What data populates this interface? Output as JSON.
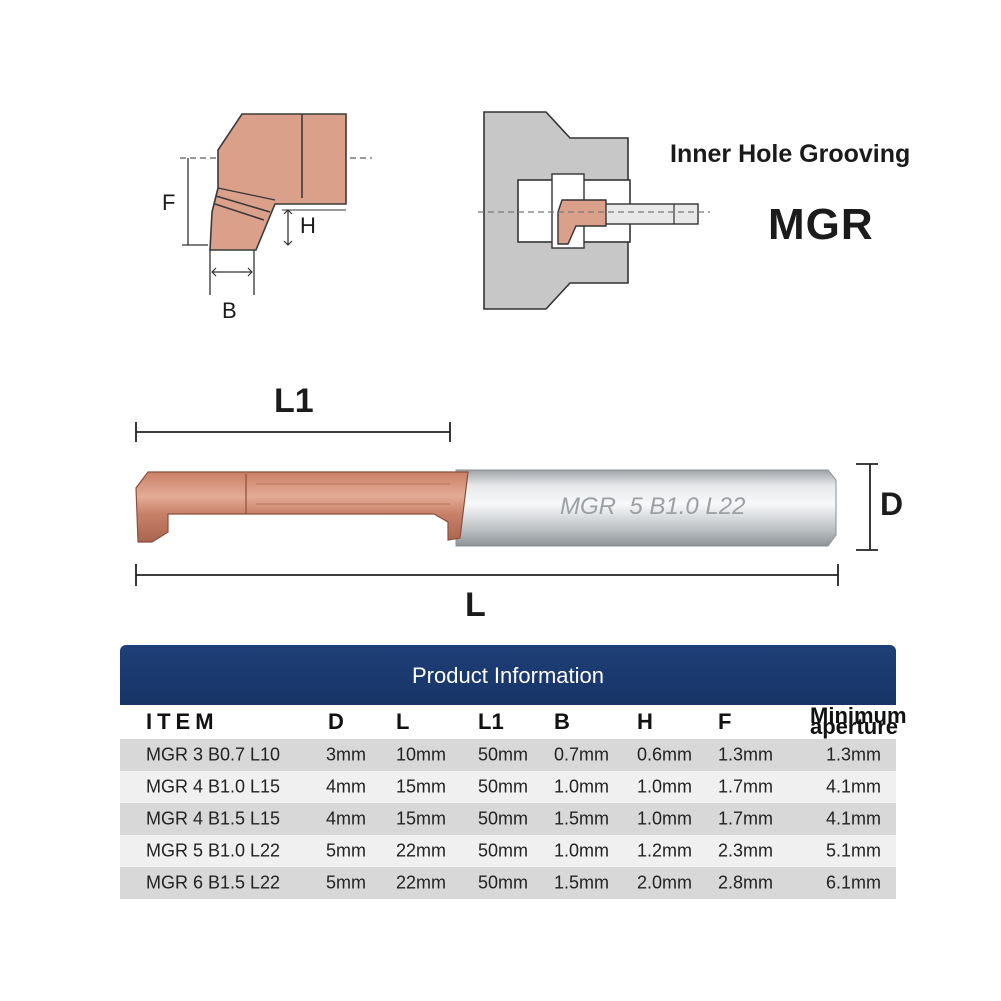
{
  "headline": "Inner Hole Grooving",
  "product_code": "MGR",
  "tool_engraving": "MGR  5 B1.0 L22",
  "dimension_labels": {
    "F": "F",
    "H": "H",
    "B": "B",
    "L1": "L1",
    "D": "D",
    "L": "L"
  },
  "colors": {
    "coating": "#d9987f",
    "coating_dark": "#b9705a",
    "shank": "#c8cbcd",
    "table_header": "#1e3f78",
    "row_shade": "#d8d8d8"
  },
  "table": {
    "title": "Product Information",
    "columns": [
      "ITEM",
      "D",
      "L",
      "L1",
      "B",
      "H",
      "F",
      "Minimum",
      "aperture"
    ],
    "rows": [
      {
        "item": "MGR 3 B0.7 L10",
        "d": "3mm",
        "l": "10mm",
        "l1": "50mm",
        "b": "0.7mm",
        "h": "0.6mm",
        "f": "1.3mm",
        "min": "1.3mm"
      },
      {
        "item": "MGR 4 B1.0 L15",
        "d": "4mm",
        "l": "15mm",
        "l1": "50mm",
        "b": "1.0mm",
        "h": "1.0mm",
        "f": "1.7mm",
        "min": "4.1mm"
      },
      {
        "item": "MGR 4 B1.5 L15",
        "d": "4mm",
        "l": "15mm",
        "l1": "50mm",
        "b": "1.5mm",
        "h": "1.0mm",
        "f": "1.7mm",
        "min": "4.1mm"
      },
      {
        "item": "MGR 5 B1.0 L22",
        "d": "5mm",
        "l": "22mm",
        "l1": "50mm",
        "b": "1.0mm",
        "h": "1.2mm",
        "f": "2.3mm",
        "min": "5.1mm"
      },
      {
        "item": "MGR 6 B1.5 L22",
        "d": "5mm",
        "l": "22mm",
        "l1": "50mm",
        "b": "1.5mm",
        "h": "2.0mm",
        "f": "2.8mm",
        "min": "6.1mm"
      }
    ]
  }
}
